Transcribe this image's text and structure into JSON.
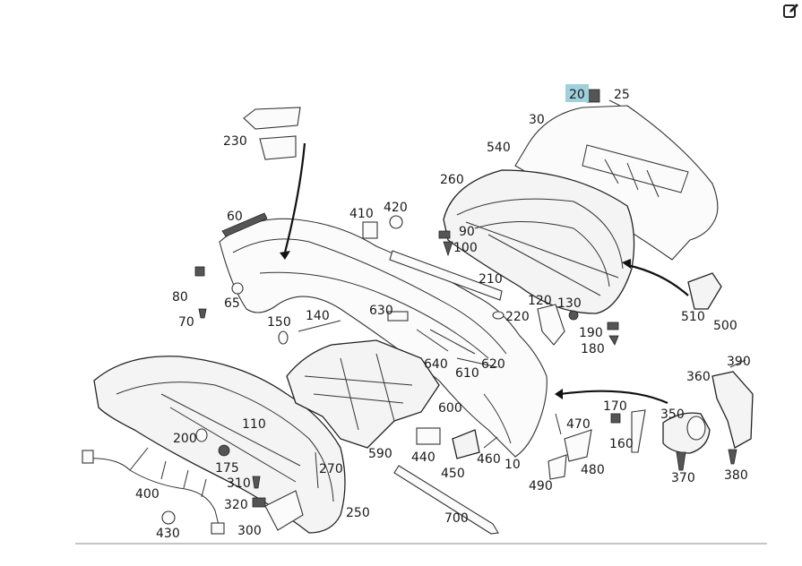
{
  "toolbar": {
    "edit_icon": "edit-icon"
  },
  "diagram": {
    "highlighted": "20",
    "labels": {
      "l20": "20",
      "l25": "25",
      "l30": "30",
      "l540": "540",
      "l230": "230",
      "l260": "260",
      "l60": "60",
      "l410": "410",
      "l420": "420",
      "l90": "90",
      "l100": "100",
      "l210": "210",
      "l80": "80",
      "l65": "65",
      "l70": "70",
      "l150": "150",
      "l140": "140",
      "l630": "630",
      "l120": "120",
      "l130": "130",
      "l220": "220",
      "l510": "510",
      "l500": "500",
      "l190": "190",
      "l180": "180",
      "l640": "640",
      "l610": "610",
      "l620": "620",
      "l390": "390",
      "l360": "360",
      "l110": "110",
      "l600": "600",
      "l170": "170",
      "l470": "470",
      "l350": "350",
      "l200": "200",
      "l160": "160",
      "l590": "590",
      "l440": "440",
      "l460": "460",
      "l10": "10",
      "l175": "175",
      "l270": "270",
      "l450": "450",
      "l480": "480",
      "l370": "370",
      "l380": "380",
      "l310": "310",
      "l400": "400",
      "l490": "490",
      "l320": "320",
      "l250": "250",
      "l700": "700",
      "l430": "430",
      "l300": "300"
    }
  }
}
